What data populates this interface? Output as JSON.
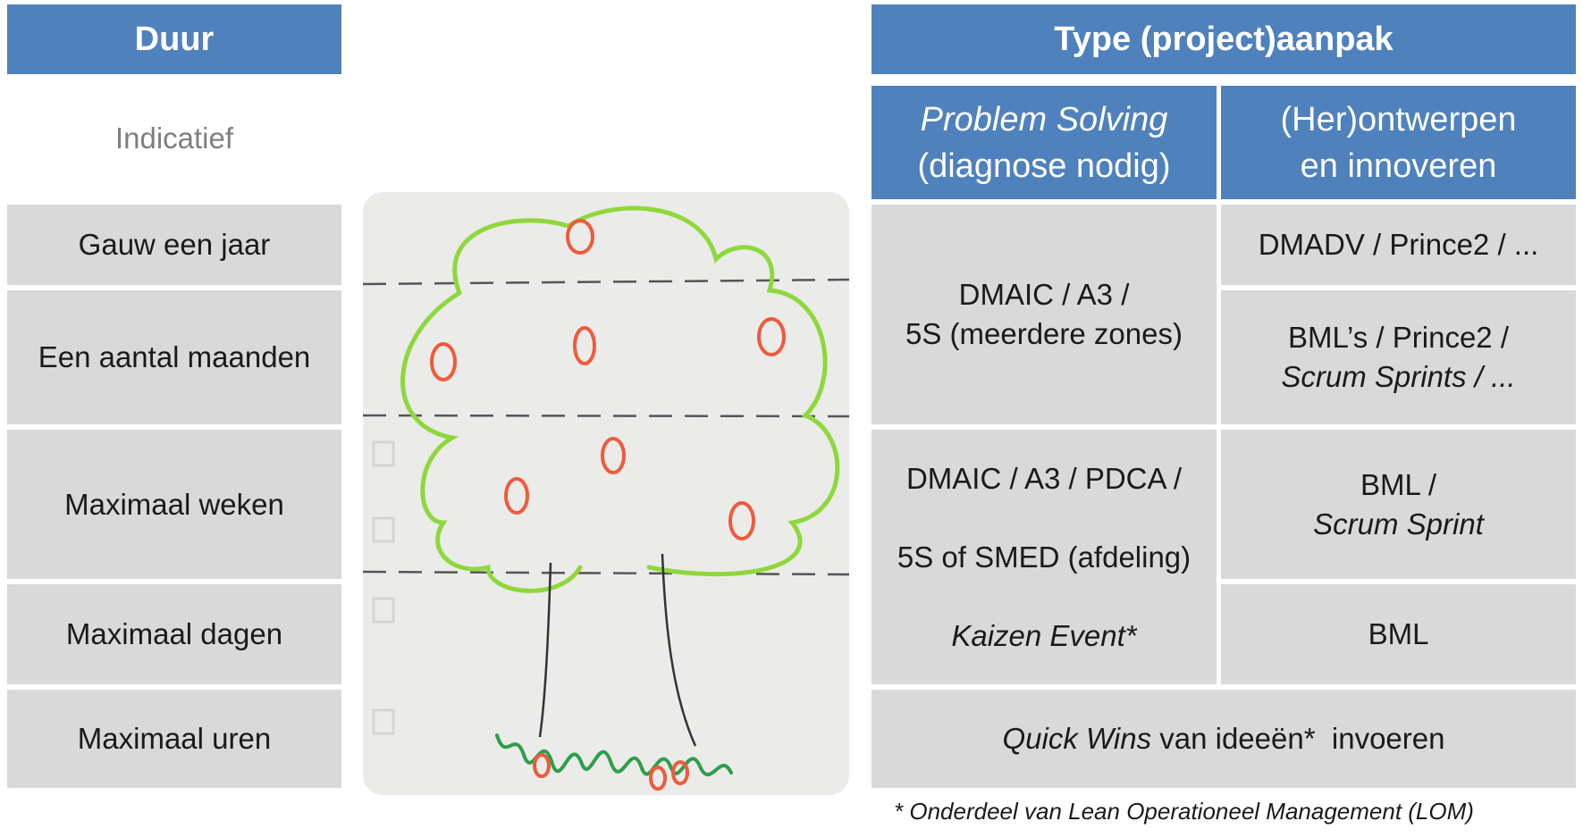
{
  "left_header": "Duur",
  "indicative_label": "Indicatief",
  "durations": [
    "Gauw een jaar",
    "Een aantal maanden",
    "Maximaal weken",
    "Maximaal dagen",
    "Maximaal uren"
  ],
  "right_header": "Type (project)aanpak",
  "subheaders": {
    "problem_solving": {
      "line1": "Problem Solving",
      "line2": "(diagnose nodig)"
    },
    "redesign": {
      "line1": "(Her)ontwerpen",
      "line2": "en innoveren"
    }
  },
  "cells": {
    "ps_long": {
      "line1": "DMAIC / A3 /",
      "line2": "5S (meerdere  zones)"
    },
    "ps_short": {
      "line1": "DMAIC / A3 / PDCA /",
      "line2": "5S of SMED (afdeling)",
      "line3": "Kaizen Event*"
    },
    "rd_year": "DMADV / Prince2 / ...",
    "rd_months": {
      "line1": "BML’s  / Prince2  /",
      "line2": "Scrum Sprints  / ..."
    },
    "rd_weeks": {
      "line1": "BML /",
      "line2": "Scrum Sprint"
    },
    "rd_days": "BML",
    "quick_wins": {
      "italic": "Quick Wins",
      "rest": " van ideeën*  invoeren"
    }
  },
  "footnote": "* Onderdeel van Lean Operationeel Management (LOM)",
  "colors": {
    "header_blue": "#4f81bd",
    "cell_grey": "#d9d9d9",
    "tree_green": "#7ed321",
    "apple_red": "#f05a3c"
  }
}
